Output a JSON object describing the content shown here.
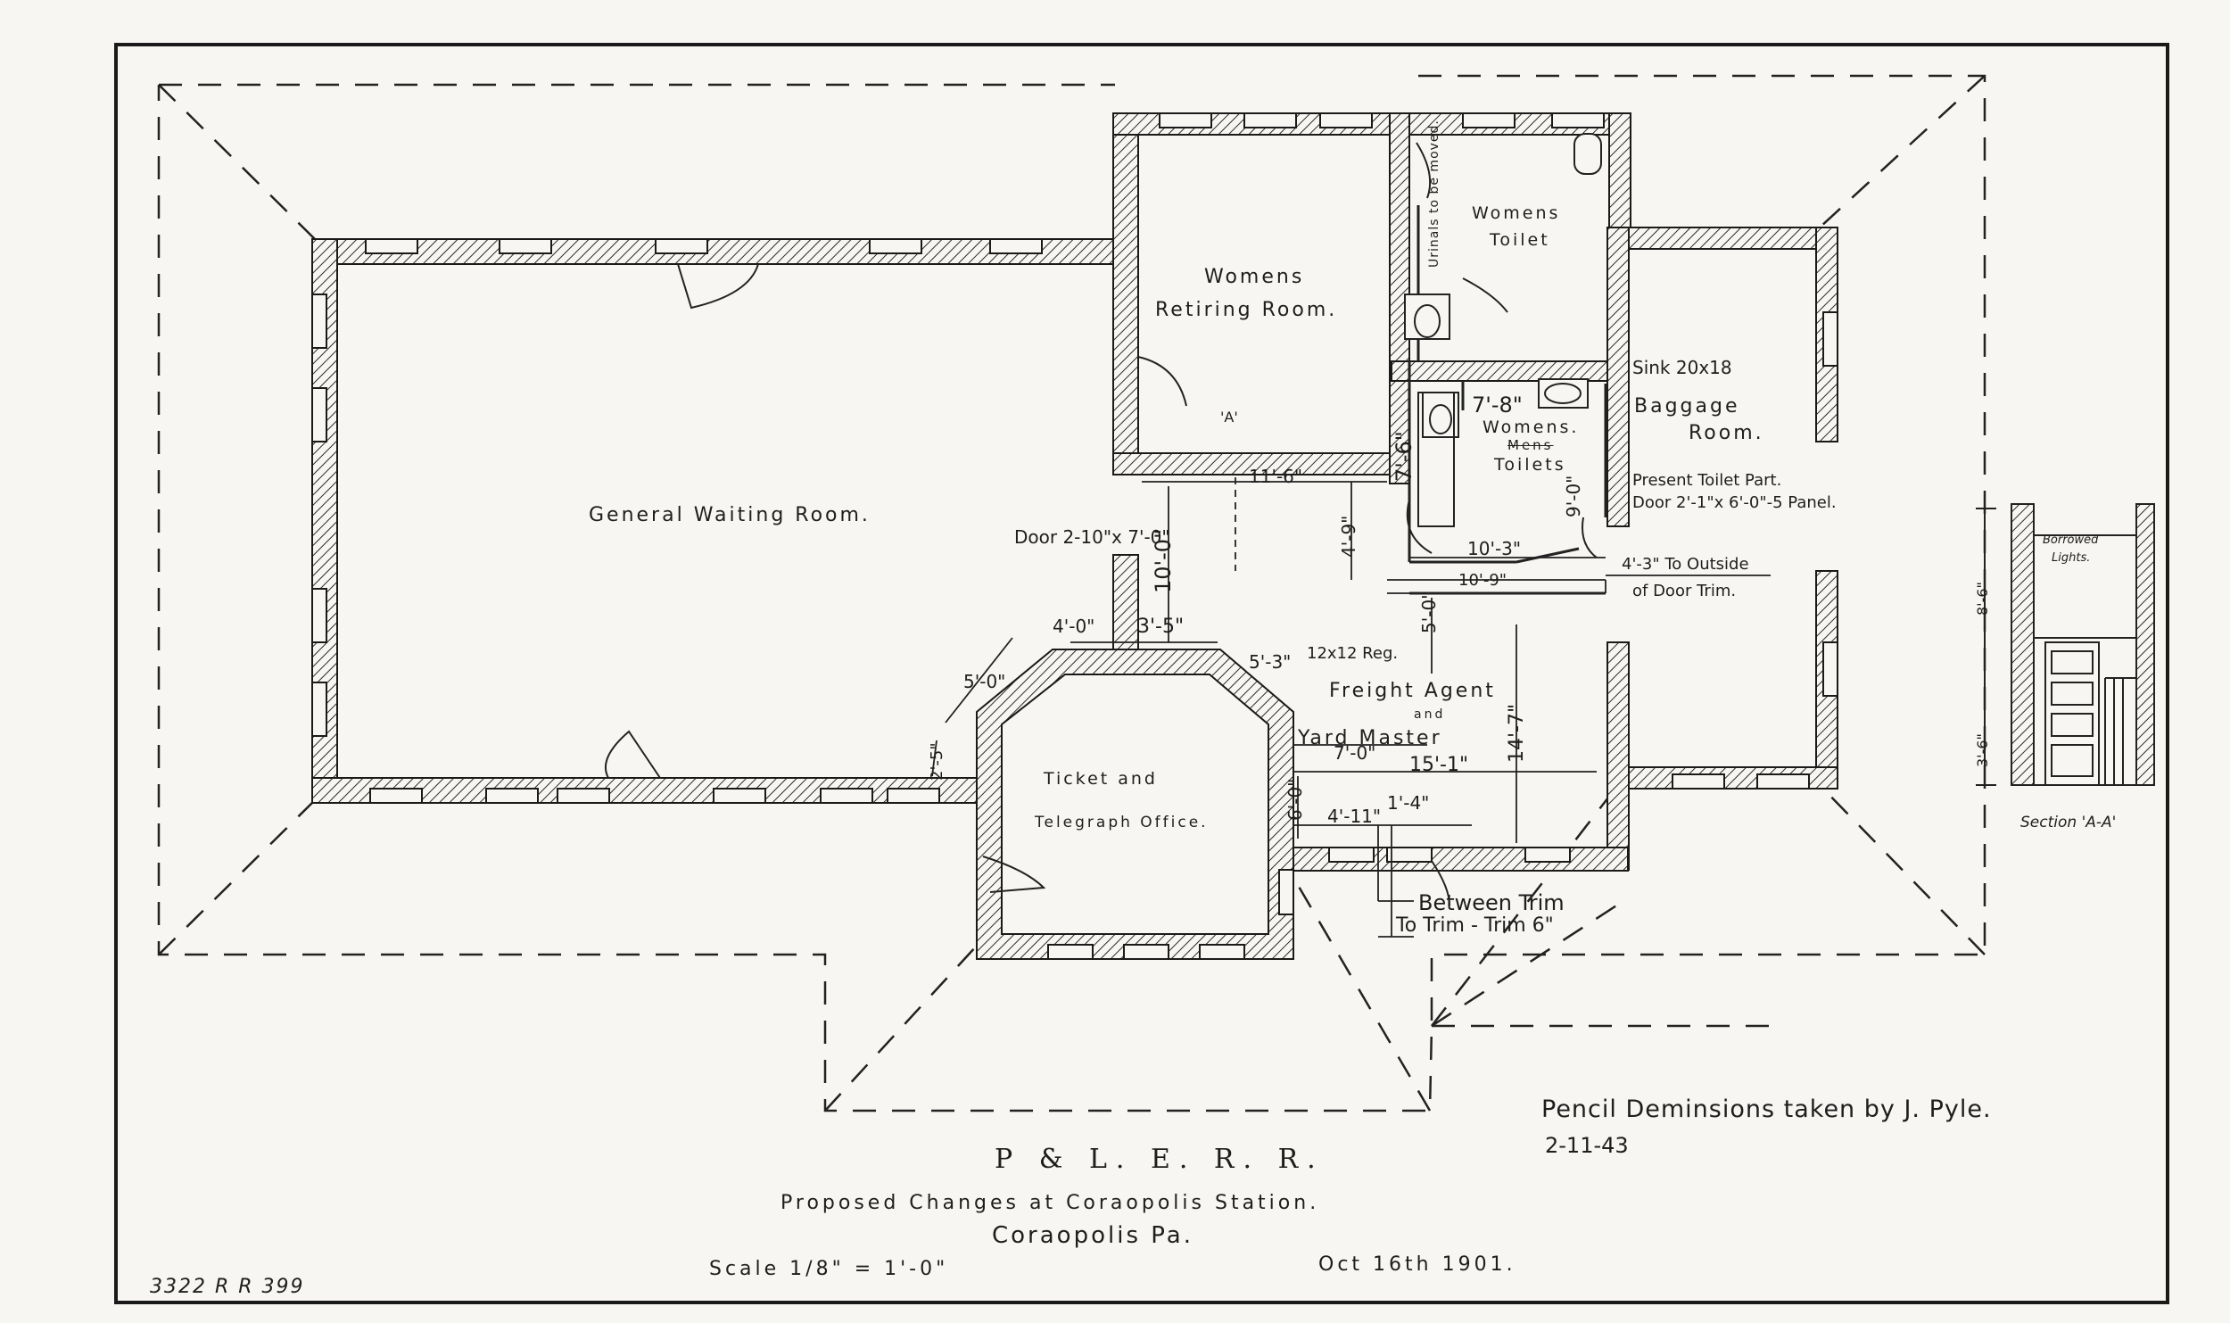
{
  "rooms": {
    "general_waiting": "General Waiting Room.",
    "womens_retiring_1": "Womens",
    "womens_retiring_2": "Retiring Room.",
    "womens_toilet_1": "Womens",
    "womens_toilet_2": "Toilet",
    "womens_toilets_1": "Womens.",
    "womens_toilets_struck": "Mens",
    "womens_toilets_2": "Toilets",
    "baggage_1": "Baggage",
    "baggage_2": "Room.",
    "freight_1": "Freight Agent",
    "freight_and": "and",
    "freight_2": "Yard Master",
    "ticket_1": "Ticket and",
    "ticket_2": "Telegraph Office."
  },
  "notes": {
    "urinals": "Urinals to be moved.",
    "sink": "Sink 20x18",
    "door": "Door 2-10\"x 7'-0\"",
    "toilet_part_1": "Present Toilet Part.",
    "toilet_part_2": "Door 2'-1\"x 6'-0\"-5 Panel.",
    "outside_1": "4'-3\" To Outside",
    "outside_2": "of Door Trim.",
    "reg": "12x12 Reg.",
    "between_1": "Between Trim",
    "between_2": "To Trim - Trim 6\"",
    "section_a": "'A'"
  },
  "dims": {
    "d11_6": "11'-6\"",
    "d10_0": "10'-0\"",
    "d4_9": "4'-9\"",
    "d7_6": "7'-6\"",
    "d7_8": "7'-8\"",
    "d9_0": "9'-0\"",
    "d10_3": "10'-3\"",
    "d10_9": "10'-9\"",
    "d5_0a": "5'-0\"",
    "d4_0": "4'-0\"",
    "d3_5": "3'-5\"",
    "d5_0b": "5'-0\"",
    "d5_3": "5'-3\"",
    "d14_7": "14'-7\"",
    "d7_0": "7'-0\"",
    "d15_1": "15'-1\"",
    "d6_0": "6'-0\"",
    "d4_11": "4'-11\"",
    "d1_4": "1'-4\"",
    "d2_5": "2'-5\""
  },
  "section": {
    "label": "Section 'A-A'",
    "borrowed_1": "Borrowed",
    "borrowed_2": "Lights.",
    "dim_top": "8'-6\"",
    "dim_bot": "3'-6\""
  },
  "pencil_note": {
    "line1": "Pencil Deminsions taken by J. Pyle.",
    "line2": "2-11-43"
  },
  "title_block": {
    "railroad": "P & L. E. R. R.",
    "subtitle": "Proposed Changes at Coraopolis Station.",
    "place": "Coraopolis Pa.",
    "scale": "Scale 1/8\" = 1'-0\"",
    "date": "Oct 16th 1901."
  },
  "drawing_no": "3322 R R 399"
}
